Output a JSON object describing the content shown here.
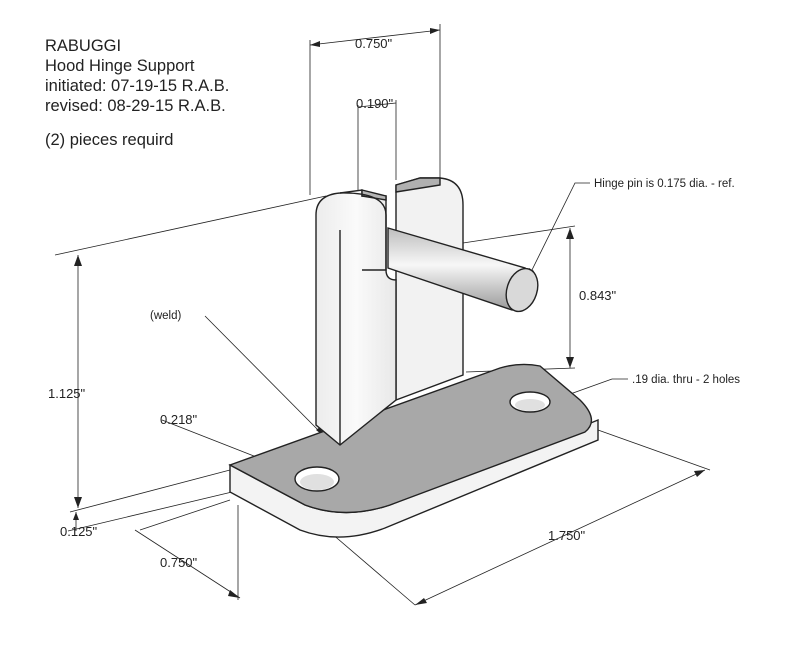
{
  "title_block": {
    "company": "RABUGGI",
    "part_name": "Hood Hinge Support",
    "initiated": "initiated:  07-19-15  R.A.B.",
    "revised": "revised:  08-29-15  R.A.B.",
    "quantity": "(2) pieces requird"
  },
  "dimensions": {
    "width_top": "0.750\"",
    "slot_width": "0.190\"",
    "pin_height": "0.843\"",
    "overall_height": "1.125\"",
    "hole_dia": "0.218\"",
    "base_thickness": "0.125\"",
    "base_depth": "0.750\"",
    "base_length": "1.750\""
  },
  "notes": {
    "hinge_pin": "Hinge pin is 0.175 dia. - ref.",
    "weld": "(weld)",
    "holes": ".19 dia. thru - 2 holes"
  },
  "colors": {
    "line": "#222222",
    "face_light": "#f4f4f4",
    "face_top": "#a9a9a9",
    "face_shadow": "#d6d6d6"
  }
}
